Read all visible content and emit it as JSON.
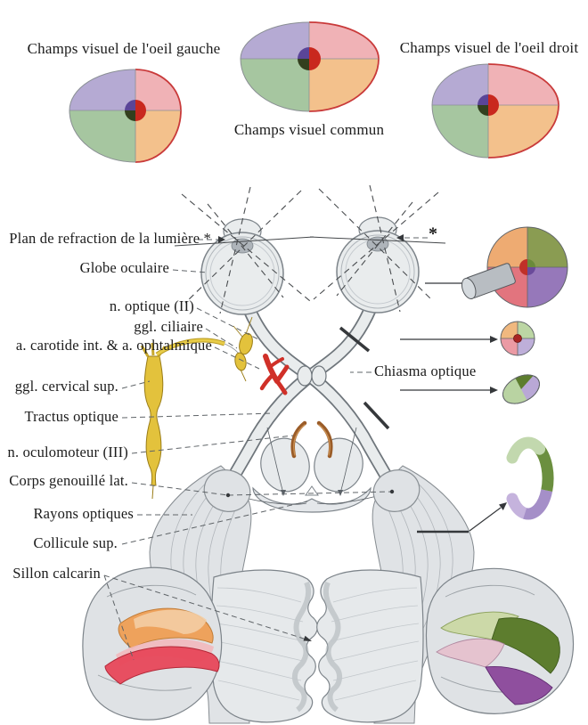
{
  "figure": {
    "title_context": "Voies visuelles (visual pathway) anatomical plate",
    "fields": {
      "left": {
        "label": "Champs visuel de l'oeil gauche"
      },
      "common": {
        "label": "Champs visuel commun"
      },
      "right": {
        "label": "Champs visuel de l'oeil droit"
      }
    },
    "labels": {
      "plan_refraction": "Plan de refraction de la lumière *",
      "globe_oculaire": "Globe oculaire",
      "n_optique": "n. optique (II)",
      "ggl_ciliaire": "ggl. ciliaire",
      "carotide": "a. carotide int. & a. ophtalmique",
      "ggl_cervical": "ggl. cervical sup.",
      "tractus_optique": "Tractus optique",
      "n_oculomoteur": "n. oculomoteur (III)",
      "corps_genouille": "Corps genouillé lat.",
      "rayons_optiques": "Rayons optiques",
      "collicule_sup": "Collicule sup.",
      "sillon_calcarin": "Sillon calcarin",
      "chiasma_optique": "Chiasma optique",
      "asterisk_right": "*"
    },
    "inset_icons": [
      "eye-fundus-quadrants-icon",
      "optic-nerve-cross-section-icon",
      "chiasm-cross-section-icon",
      "geniculate-lamina-c-icon"
    ],
    "colors": {
      "quadrant_upper_left": "#b5aad3",
      "quadrant_upper_right": "#f0b2b6",
      "quadrant_lower_left": "#a6c6a0",
      "quadrant_lower_right": "#f3c18c",
      "red_outline": "#c93a3a",
      "tissue_gray": "#e7eaec",
      "tissue_stroke": "#6f767c",
      "sympathetic_yellow": "#e3c23c",
      "artery_red": "#d03028",
      "oculomotor_brown": "#9a5c28",
      "dark_green": "#5d7d2e",
      "purple": "#8f62ab"
    }
  }
}
